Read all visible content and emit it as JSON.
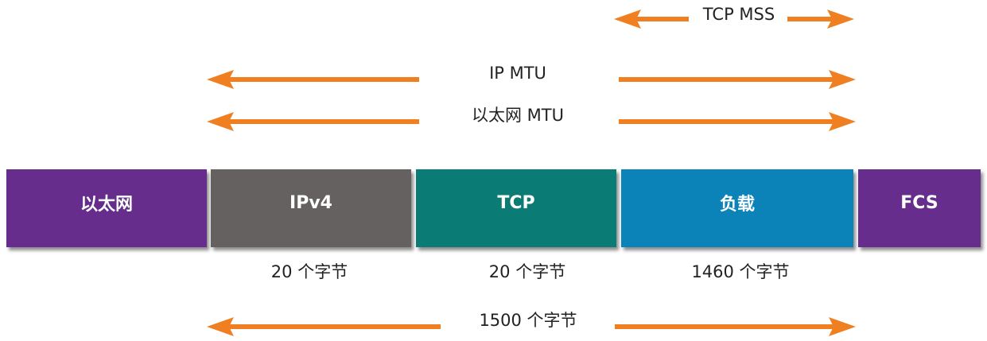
{
  "colors": {
    "arrow": "#F07F22",
    "ethernet": "#662D8C",
    "ipv4": "#656161",
    "tcp": "#0A7C75",
    "payload": "#0B82B8",
    "fcs": "#662D8C"
  },
  "labels": {
    "tcp_mss": "TCP MSS",
    "ip_mtu": "IP MTU",
    "ethernet_mtu": "以太网 MTU",
    "total": "1500 个字节"
  },
  "segments": [
    {
      "key": "ethernet",
      "label": "以太网"
    },
    {
      "key": "ipv4",
      "label": "IPv4"
    },
    {
      "key": "tcp",
      "label": "TCP"
    },
    {
      "key": "payload",
      "label": "负载"
    },
    {
      "key": "fcs",
      "label": "FCS"
    }
  ],
  "sizes": {
    "ipv4": "20 个字节",
    "tcp": "20 个字节",
    "payload": "1460 个字节"
  }
}
